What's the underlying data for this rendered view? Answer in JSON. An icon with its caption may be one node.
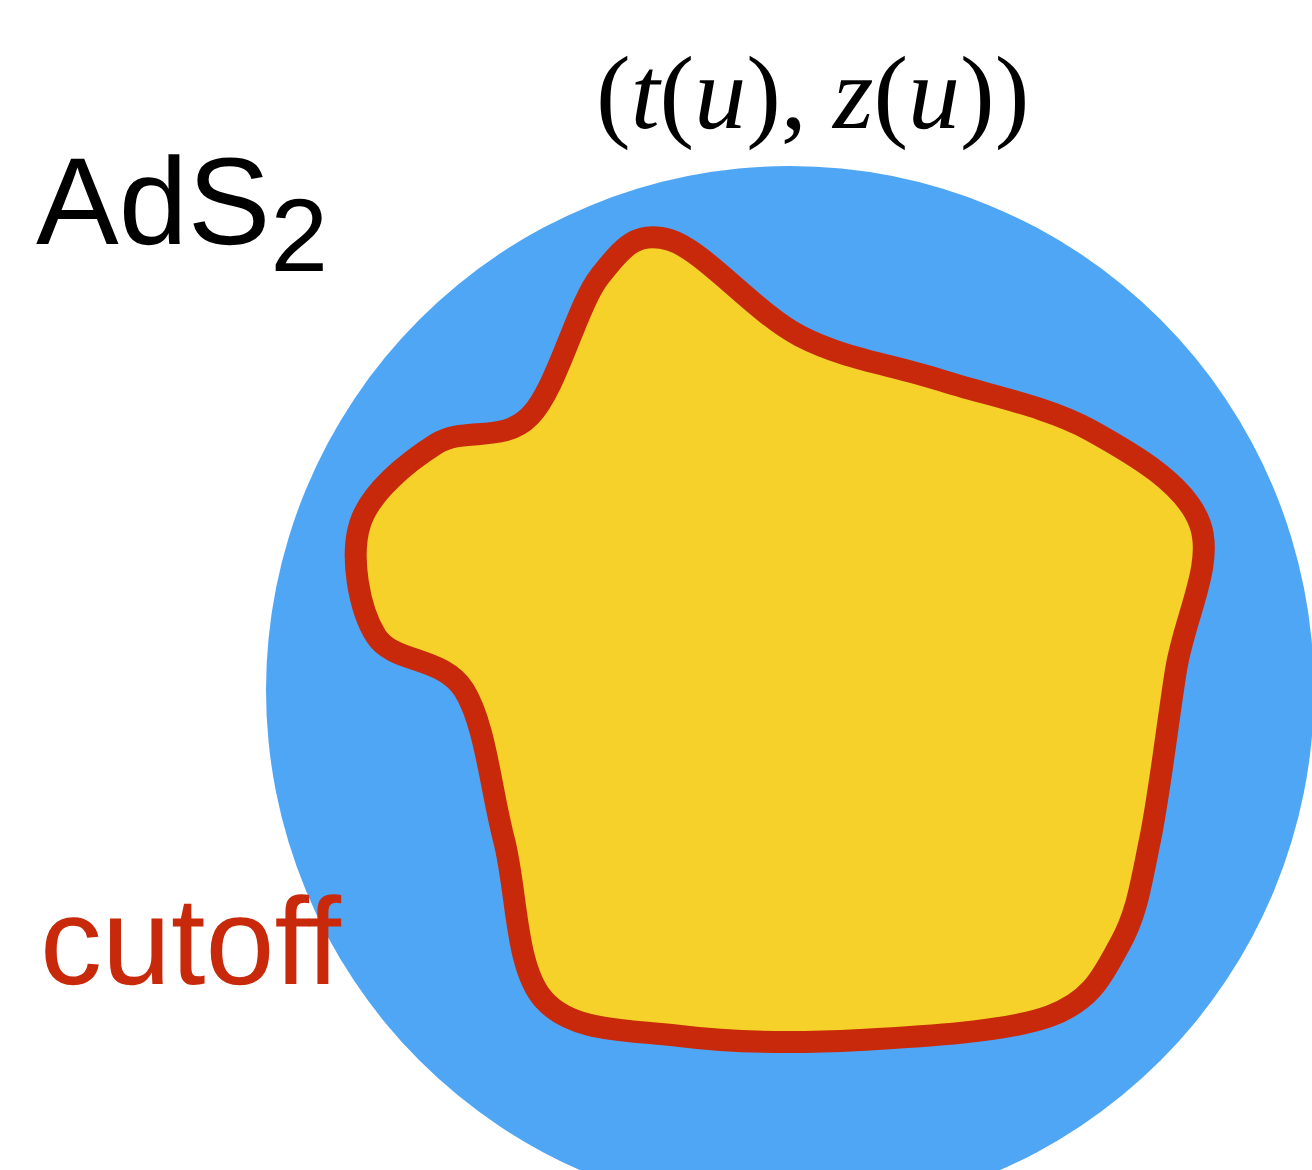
{
  "diagram": {
    "labels": [
      "AdS$_{2}$",
      "(*t*(*u*), *z*(*u*))",
      "cutoff"
    ]
  }
}
